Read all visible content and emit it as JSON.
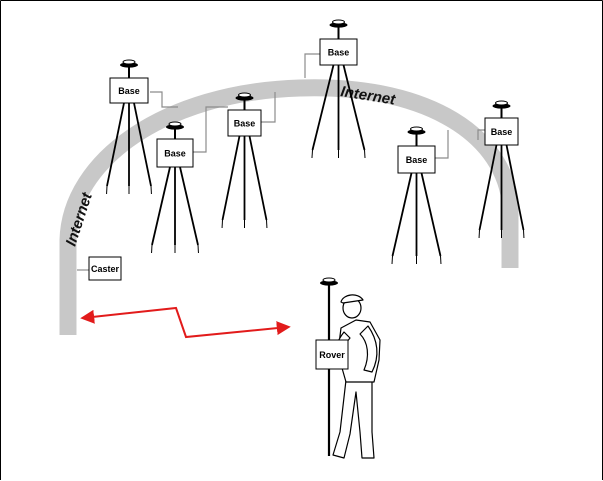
{
  "diagram": {
    "network_label": "Internet",
    "caster_label": "Caster",
    "rover_label": "Rover",
    "base_label": "Base",
    "bases": [
      "Base",
      "Base",
      "Base",
      "Base",
      "Base",
      "Base"
    ]
  },
  "colors": {
    "arch": "#c8c8c8",
    "link_arrow": "#e21b1b",
    "line": "#000000",
    "connector": "#8c8c8c"
  }
}
